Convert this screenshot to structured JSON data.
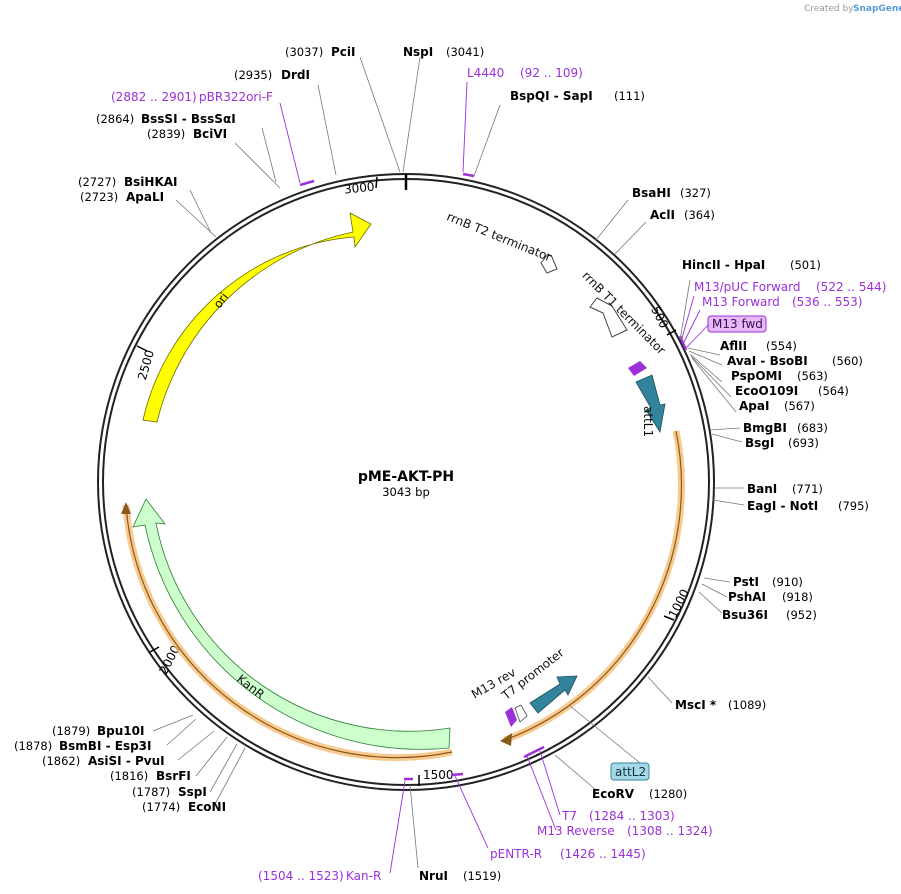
{
  "credit": {
    "prefix": "Created by",
    "brand": "SnapGene"
  },
  "map": {
    "name": "pME-AKT-PH",
    "length_label": "3043 bp"
  },
  "ticks": [
    "3000",
    "500",
    "1000",
    "1500",
    "2000",
    "2500"
  ],
  "sites": [
    {
      "id": "pcii",
      "name": "PciI",
      "pos": "(3037)"
    },
    {
      "id": "nspi",
      "name": "NspI",
      "pos": "(3041)"
    },
    {
      "id": "drdi",
      "name": "DrdI",
      "pos": "(2935)"
    },
    {
      "id": "bsssi",
      "name": "BssSI  -  BssSαI",
      "pos": "(2864)"
    },
    {
      "id": "bcivi",
      "name": "BciVI",
      "pos": "(2839)"
    },
    {
      "id": "bsihkai",
      "name": "BsiHKAI",
      "pos": "(2727)"
    },
    {
      "id": "apali",
      "name": "ApaLI",
      "pos": "(2723)"
    },
    {
      "id": "bspqi",
      "name": "BspQI  -  SapI",
      "pos": "(111)"
    },
    {
      "id": "bsahi",
      "name": "BsaHI",
      "pos": "(327)"
    },
    {
      "id": "acli",
      "name": "AclI",
      "pos": "(364)"
    },
    {
      "id": "hincii",
      "name": "HincII  -  HpaI",
      "pos": "(501)"
    },
    {
      "id": "aflii",
      "name": "AflII",
      "pos": "(554)"
    },
    {
      "id": "avai",
      "name": "AvaI  -  BsoBI",
      "pos": "(560)"
    },
    {
      "id": "pspomi",
      "name": "PspOMI",
      "pos": "(563)"
    },
    {
      "id": "eco0109i",
      "name": "EcoO109I",
      "pos": "(564)"
    },
    {
      "id": "apai",
      "name": "ApaI",
      "pos": "(567)"
    },
    {
      "id": "bmgbi",
      "name": "BmgBI",
      "pos": "(683)"
    },
    {
      "id": "bsgi",
      "name": "BsgI",
      "pos": "(693)"
    },
    {
      "id": "bani",
      "name": "BanI",
      "pos": "(771)"
    },
    {
      "id": "eagi",
      "name": "EagI  -  NotI",
      "pos": "(795)"
    },
    {
      "id": "psti",
      "name": "PstI",
      "pos": "(910)"
    },
    {
      "id": "pshai",
      "name": "PshAI",
      "pos": "(918)"
    },
    {
      "id": "bsu36i",
      "name": "Bsu36I",
      "pos": "(952)"
    },
    {
      "id": "msci",
      "name": "MscI *",
      "pos": "(1089)"
    },
    {
      "id": "ecorv",
      "name": "EcoRV",
      "pos": "(1280)"
    },
    {
      "id": "nrui",
      "name": "NruI",
      "pos": "(1519)"
    },
    {
      "id": "bpu10i",
      "name": "Bpu10I",
      "pos": "(1879)"
    },
    {
      "id": "bsmbi",
      "name": "BsmBI  -  Esp3I",
      "pos": "(1878)"
    },
    {
      "id": "asisi",
      "name": "AsiSI  -  PvuI",
      "pos": "(1862)"
    },
    {
      "id": "bsrfi",
      "name": "BsrFI",
      "pos": "(1816)"
    },
    {
      "id": "sspi",
      "name": "SspI",
      "pos": "(1787)"
    },
    {
      "id": "econi",
      "name": "EcoNI",
      "pos": "(1774)"
    }
  ],
  "primers": [
    {
      "id": "pbr322",
      "name": "pBR322ori-F",
      "range": "(2882 .. 2901)"
    },
    {
      "id": "l4440",
      "name": "L4440",
      "range": "(92 .. 109)"
    },
    {
      "id": "m13puc",
      "name": "M13/pUC Forward",
      "range": "(522 .. 544)"
    },
    {
      "id": "m13fwd",
      "name": "M13 Forward",
      "range": "(536 .. 553)"
    },
    {
      "id": "t7",
      "name": "T7",
      "range": "(1284 .. 1303)"
    },
    {
      "id": "m13rev",
      "name": "M13 Reverse",
      "range": "(1308 .. 1324)"
    },
    {
      "id": "pentr",
      "name": "pENTR-R",
      "range": "(1426 .. 1445)"
    },
    {
      "id": "kanr",
      "name": "Kan-R",
      "range": "(1504 .. 1523)"
    }
  ],
  "features": {
    "ori": "ori",
    "kanr": "KanR",
    "rrnb_t2": "rrnB T2 terminator",
    "rrnb_t1": "rrnB T1 terminator",
    "attl1": "attL1",
    "m13_rev": "M13 rev",
    "t7_promoter": "T7 promoter",
    "m13_fwd_tag": "M13 fwd",
    "attl2_tag": "attL2"
  },
  "colors": {
    "ori": "#ffff00",
    "kanr": "#ccffcc",
    "attl": "#31849b",
    "primer": "#9b30d9",
    "insert_highlight": "#f5b86b",
    "m13_tag_bg": "#e6b8f5",
    "attl2_tag_bg": "#a8d8e8"
  }
}
